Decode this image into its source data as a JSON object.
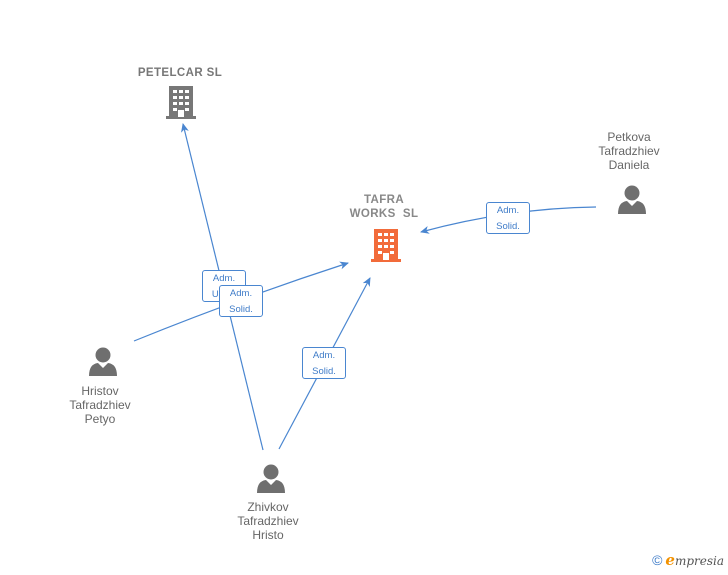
{
  "nodes": {
    "petelcar": {
      "label": "PETELCAR SL",
      "type": "company"
    },
    "tafra": {
      "label_line1": "TAFRA",
      "label_line2": "WORKS  SL",
      "type": "company-main"
    },
    "petkova": {
      "line1": "Petkova",
      "line2": "Tafradzhiev",
      "line3": "Daniela",
      "type": "person"
    },
    "hristov": {
      "line1": "Hristov",
      "line2": "Tafradzhiev",
      "line3": "Petyo",
      "type": "person"
    },
    "zhivkov": {
      "line1": "Zhivkov",
      "line2": "Tafradzhiev",
      "line3": "Hristo",
      "type": "person"
    }
  },
  "edges": [
    {
      "id": "zhivkov-petelcar",
      "line1": "Adm.",
      "line2": "Unico"
    },
    {
      "id": "hristov-tafra",
      "line1": "Adm.",
      "line2": "Solid."
    },
    {
      "id": "zhivkov-tafra",
      "line1": "Adm.",
      "line2": "Solid."
    },
    {
      "id": "petkova-tafra",
      "line1": "Adm.",
      "line2": "Solid."
    }
  ],
  "colors": {
    "edge": "#4a86d0",
    "company_icon": "#777777",
    "main_company_icon": "#f26b3a",
    "person_icon": "#6f6f6f"
  },
  "footer": {
    "copyright": "©",
    "brand_initial": "e",
    "brand_rest": "mpresia"
  }
}
